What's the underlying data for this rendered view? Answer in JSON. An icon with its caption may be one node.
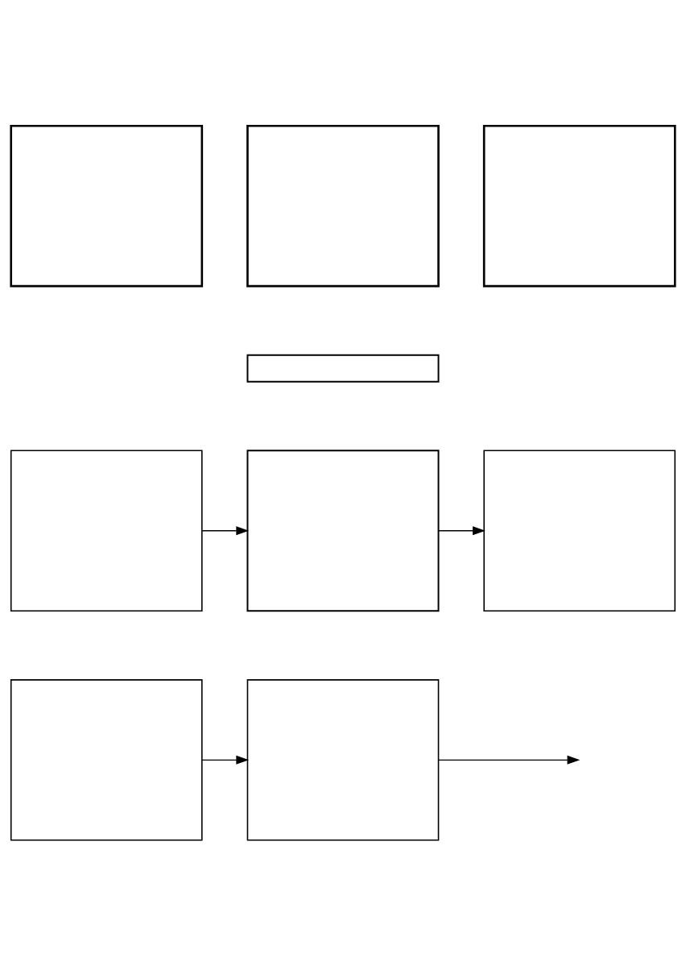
{
  "diagram": {
    "nodes": [
      {
        "text": [],
        "shape": "box"
      },
      {
        "text": [],
        "shape": "box"
      },
      {
        "text": [],
        "shape": "box"
      },
      {
        "text": [],
        "shape": "box"
      },
      {
        "text": [],
        "shape": "box"
      },
      {
        "text": [],
        "shape": "box"
      },
      {
        "text": [],
        "shape": "box"
      },
      {
        "text": [],
        "shape": "box"
      },
      {
        "text": [],
        "shape": "box"
      }
    ],
    "edges": [
      {
        "from": 4,
        "to": 5,
        "arrow": "to"
      },
      {
        "from": 5,
        "to": 6,
        "arrow": "to"
      },
      {
        "from": 7,
        "to": 8,
        "arrow": "to"
      },
      {
        "from": 8,
        "to": null,
        "arrow": "to"
      }
    ]
  }
}
